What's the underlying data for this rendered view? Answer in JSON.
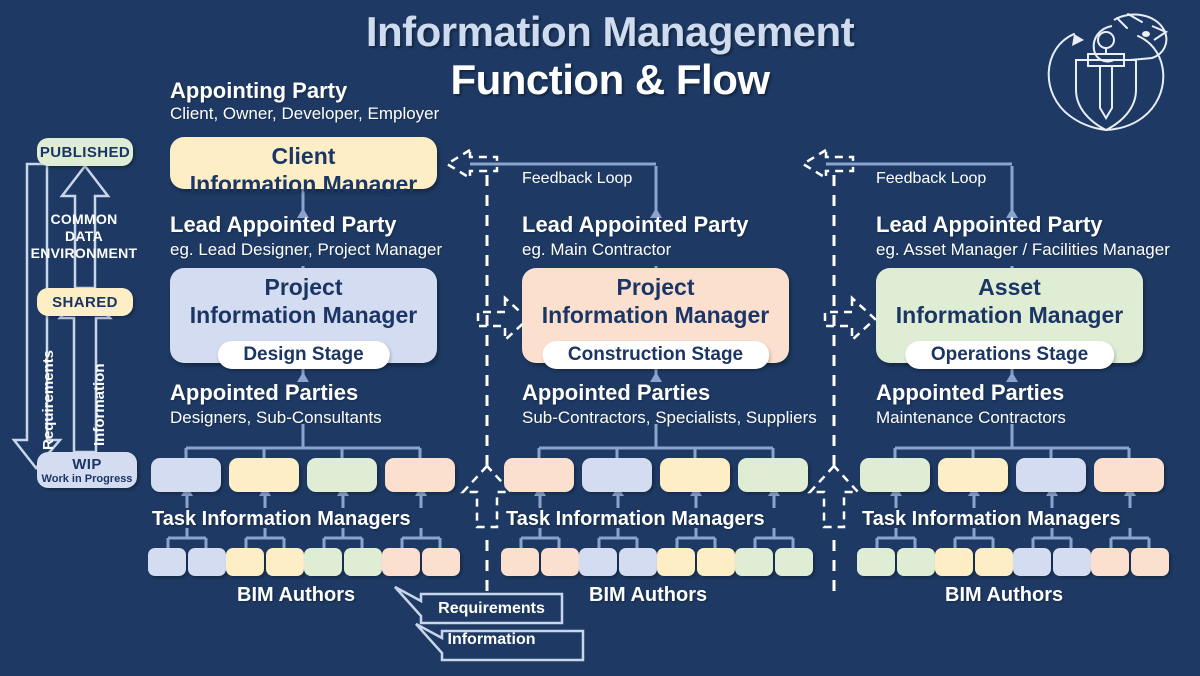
{
  "title": {
    "line1": "Information Management",
    "line2": "Function & Flow"
  },
  "logo": {
    "name": "dragon-shield-sword-logo"
  },
  "colors": {
    "background": "#1e3a64",
    "blue": "#d3dcf0",
    "yellow": "#fdeec6",
    "green": "#dfedd5",
    "peach": "#fbe0cf",
    "line": "#8ba4ce",
    "text_dark": "#1b3564",
    "white": "#ffffff"
  },
  "cde": {
    "title": "COMMON\nDATA\nENVIRONMENT",
    "title_lines": [
      "COMMON",
      "DATA",
      "ENVIRONMENT"
    ],
    "published": {
      "label": "PUBLISHED",
      "color": "#dfedd5"
    },
    "shared": {
      "label": "SHARED",
      "color": "#fdeec6"
    },
    "wip": {
      "label": "WIP",
      "sublabel": "Work in Progress",
      "color": "#d3dcf0"
    },
    "down_arrow_label": "Requirements",
    "up_arrow_label": "Information"
  },
  "appointing_party": {
    "heading": "Appointing Party",
    "subheading": "Client, Owner, Developer, Employer",
    "box": {
      "line1": "Client",
      "line2": "Information Manager",
      "color": "#fdeec6"
    }
  },
  "columns": [
    {
      "heading": "Lead Appointed Party",
      "subheading": "eg. Lead Designer, Project Manager",
      "manager": {
        "line1": "Project",
        "line2": "Information Manager",
        "stage": "Design Stage",
        "color": "#d3dcf0"
      },
      "appointed_parties": {
        "heading": "Appointed Parties",
        "subheading": "Designers, Sub-Consultants"
      },
      "party_colors": [
        "#d3dcf0",
        "#fdeec6",
        "#dfedd5",
        "#fbe0cf"
      ],
      "task_managers_label": "Task Information Managers",
      "bim_authors_label": "BIM Authors",
      "author_colors": [
        "#d3dcf0",
        "#d3dcf0",
        "#fdeec6",
        "#fdeec6",
        "#dfedd5",
        "#dfedd5",
        "#fbe0cf",
        "#fbe0cf"
      ]
    },
    {
      "heading": "Lead Appointed Party",
      "subheading": "eg. Main Contractor",
      "manager": {
        "line1": "Project",
        "line2": "Information Manager",
        "stage": "Construction Stage",
        "color": "#fbe0cf"
      },
      "appointed_parties": {
        "heading": "Appointed Parties",
        "subheading": "Sub-Contractors, Specialists, Suppliers"
      },
      "party_colors": [
        "#fbe0cf",
        "#d3dcf0",
        "#fdeec6",
        "#dfedd5"
      ],
      "task_managers_label": "Task Information Managers",
      "bim_authors_label": "BIM Authors",
      "author_colors": [
        "#fbe0cf",
        "#fbe0cf",
        "#d3dcf0",
        "#d3dcf0",
        "#fdeec6",
        "#fdeec6",
        "#dfedd5",
        "#dfedd5"
      ]
    },
    {
      "heading": "Lead Appointed Party",
      "subheading": "eg. Asset Manager / Facilities Manager",
      "manager": {
        "line1": "Asset",
        "line2": "Information Manager",
        "stage": "Operations Stage",
        "color": "#dfedd5"
      },
      "appointed_parties": {
        "heading": "Appointed Parties",
        "subheading": "Maintenance Contractors"
      },
      "party_colors": [
        "#dfedd5",
        "#fdeec6",
        "#d3dcf0",
        "#fbe0cf"
      ],
      "task_managers_label": "Task Information Managers",
      "bim_authors_label": "BIM Authors",
      "author_colors": [
        "#dfedd5",
        "#dfedd5",
        "#fdeec6",
        "#fdeec6",
        "#d3dcf0",
        "#d3dcf0",
        "#fbe0cf",
        "#fbe0cf"
      ]
    }
  ],
  "feedback_loops": [
    {
      "label": "Feedback Loop"
    },
    {
      "label": "Feedback Loop"
    }
  ],
  "bottom_flow": {
    "requirements_label": "Requirements",
    "information_label": "Information"
  }
}
